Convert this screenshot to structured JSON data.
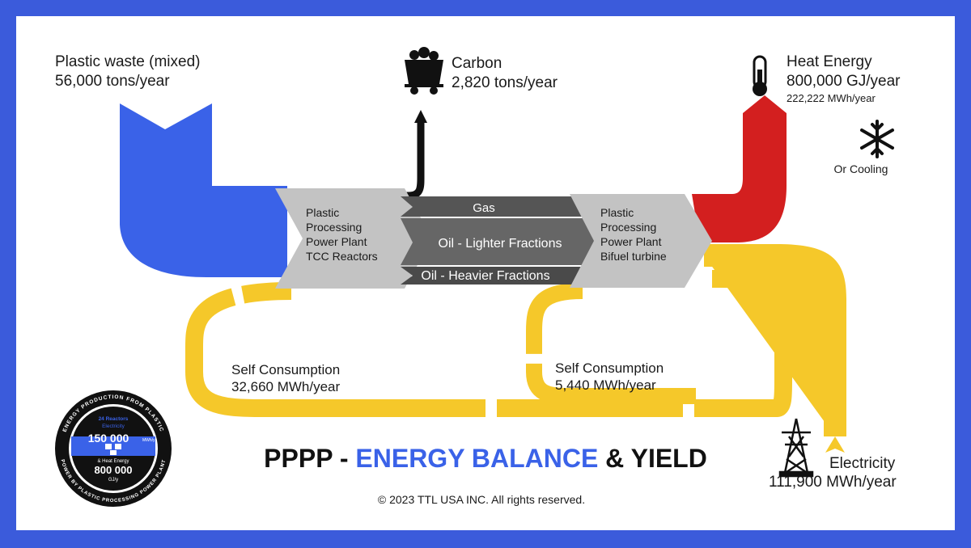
{
  "colors": {
    "border": "#3b5bdb",
    "input_blue": "#3a62e8",
    "carbon_black": "#111111",
    "heat_red": "#d31f1f",
    "electric_yellow": "#f5c82a",
    "process_gray": "#c3c3c3",
    "fraction_dark": "#4a4a4a",
    "fraction_mid": "#626262",
    "title_blue": "#3a62e8"
  },
  "inputs": {
    "plastic": {
      "title": "Plastic waste (mixed)",
      "value": "56,000 tons/year"
    }
  },
  "outputs": {
    "carbon": {
      "title": "Carbon",
      "value": "2,820 tons/year",
      "icon": "mine-cart-icon"
    },
    "heat": {
      "title": "Heat Energy",
      "value": "800,000 GJ/year",
      "sub": "222,222 MWh/year",
      "icon": "thermometer-icon"
    },
    "cooling": {
      "label": "Or Cooling",
      "icon": "snowflake-icon"
    },
    "electricity": {
      "title": "Electricity",
      "value": "111,900 MWh/year",
      "icon": "power-tower-icon"
    }
  },
  "stages": {
    "reactor": [
      "Plastic",
      "Processing",
      "Power Plant",
      "TCC Reactors"
    ],
    "fractions": [
      "Gas",
      "Oil - Lighter Fractions",
      "Oil - Heavier Fractions"
    ],
    "turbine": [
      "Plastic",
      "Processing",
      "Power Plant",
      "Bifuel turbine"
    ]
  },
  "self_consumption": [
    {
      "title": "Self Consumption",
      "value": "32,660 MWh/year"
    },
    {
      "title": "Self Consumption",
      "value": "5,440 MWh/year"
    }
  ],
  "badge": {
    "ring_top": "ENERGY PRODUCTION FROM PLASTIC",
    "ring_bottom": "POWER BY PLASTIC PROCESSING POWER PLANT",
    "line1": "24 Reactors",
    "line2": "Electricity",
    "big1": "150 000",
    "unit1": "MWh/y",
    "line3": "& Heat Energy",
    "big2": "800 000",
    "unit2": "GJ/y"
  },
  "title": {
    "part1": "PPPP - ",
    "part2": "ENERGY BALANCE",
    "part3": " & YIELD"
  },
  "copyright": "© 2023 TTL USA INC. All rights reserved."
}
